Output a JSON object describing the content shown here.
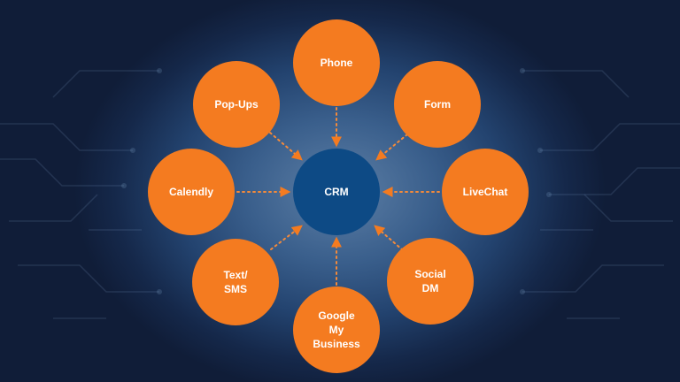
{
  "diagram": {
    "hub": {
      "label": "CRM",
      "color": "#0d4a85"
    },
    "sources": [
      {
        "key": "phone",
        "label": "Phone"
      },
      {
        "key": "form",
        "label": "Form"
      },
      {
        "key": "livechat",
        "label": "LiveChat"
      },
      {
        "key": "social",
        "label": "Social\nDM"
      },
      {
        "key": "google",
        "label": "Google\nMy\nBusiness"
      },
      {
        "key": "text",
        "label": "Text/\nSMS"
      },
      {
        "key": "calendly",
        "label": "Calendly"
      },
      {
        "key": "popups",
        "label": "Pop-Ups"
      }
    ],
    "source_color": "#f47b20",
    "connector_style": "dotted arrow pointing to hub"
  }
}
